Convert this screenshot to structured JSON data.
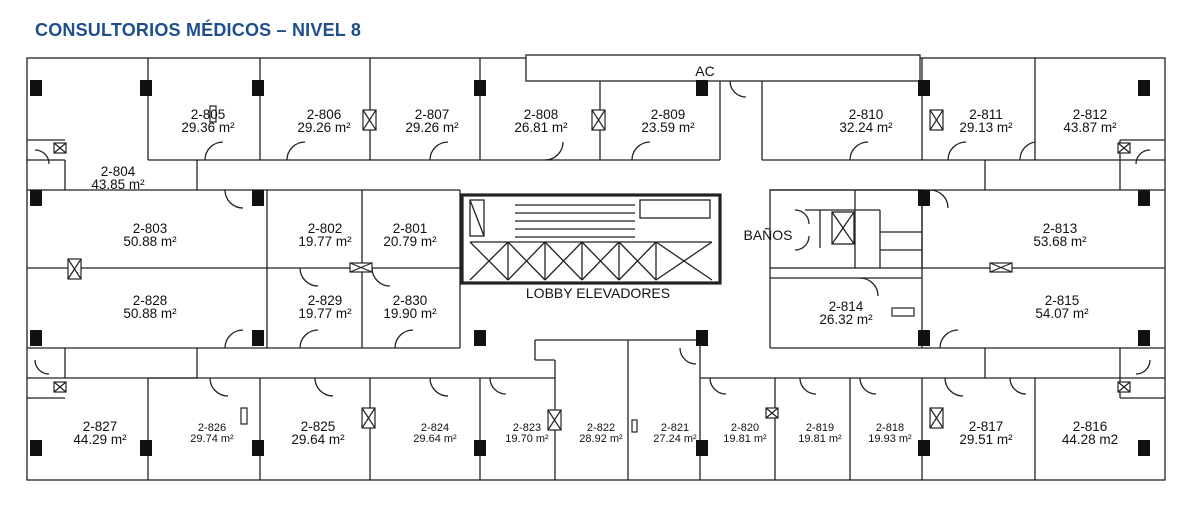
{
  "title": "CONSULTORIOS MÉDICOS – NIVEL 8",
  "labels": {
    "ac": "AC",
    "banos": "BAÑOS",
    "lobby": "LOBBY ELEVADORES"
  },
  "rooms": [
    {
      "id": "2-805",
      "area": "29.36 m²"
    },
    {
      "id": "2-806",
      "area": "29.26 m²"
    },
    {
      "id": "2-807",
      "area": "29.26 m²"
    },
    {
      "id": "2-808",
      "area": "26.81 m²"
    },
    {
      "id": "2-809",
      "area": "23.59 m²"
    },
    {
      "id": "2-810",
      "area": "32.24 m²"
    },
    {
      "id": "2-811",
      "area": "29.13 m²"
    },
    {
      "id": "2-812",
      "area": "43.87 m²"
    },
    {
      "id": "2-804",
      "area": "43.85 m²"
    },
    {
      "id": "2-803",
      "area": "50.88 m²"
    },
    {
      "id": "2-802",
      "area": "19.77 m²"
    },
    {
      "id": "2-801",
      "area": "20.79 m²"
    },
    {
      "id": "2-813",
      "area": "53.68 m²"
    },
    {
      "id": "2-828",
      "area": "50.88 m²"
    },
    {
      "id": "2-829",
      "area": "19.77 m²"
    },
    {
      "id": "2-830",
      "area": "19.90 m²"
    },
    {
      "id": "2-814",
      "area": "26.32 m²"
    },
    {
      "id": "2-815",
      "area": "54.07 m²"
    },
    {
      "id": "2-827",
      "area": "44.29 m²"
    },
    {
      "id": "2-826",
      "area": "29.74 m²"
    },
    {
      "id": "2-825",
      "area": "29.64 m²"
    },
    {
      "id": "2-824",
      "area": "29.64 m²"
    },
    {
      "id": "2-823",
      "area": "19.70 m²"
    },
    {
      "id": "2-822",
      "area": "28.92 m²"
    },
    {
      "id": "2-821",
      "area": "27.24 m²"
    },
    {
      "id": "2-820",
      "area": "19.81 m²"
    },
    {
      "id": "2-819",
      "area": "19.81 m²"
    },
    {
      "id": "2-818",
      "area": "19.93 m²"
    },
    {
      "id": "2-817",
      "area": "29.51 m²"
    },
    {
      "id": "2-816",
      "area": "44.28 m2"
    }
  ]
}
